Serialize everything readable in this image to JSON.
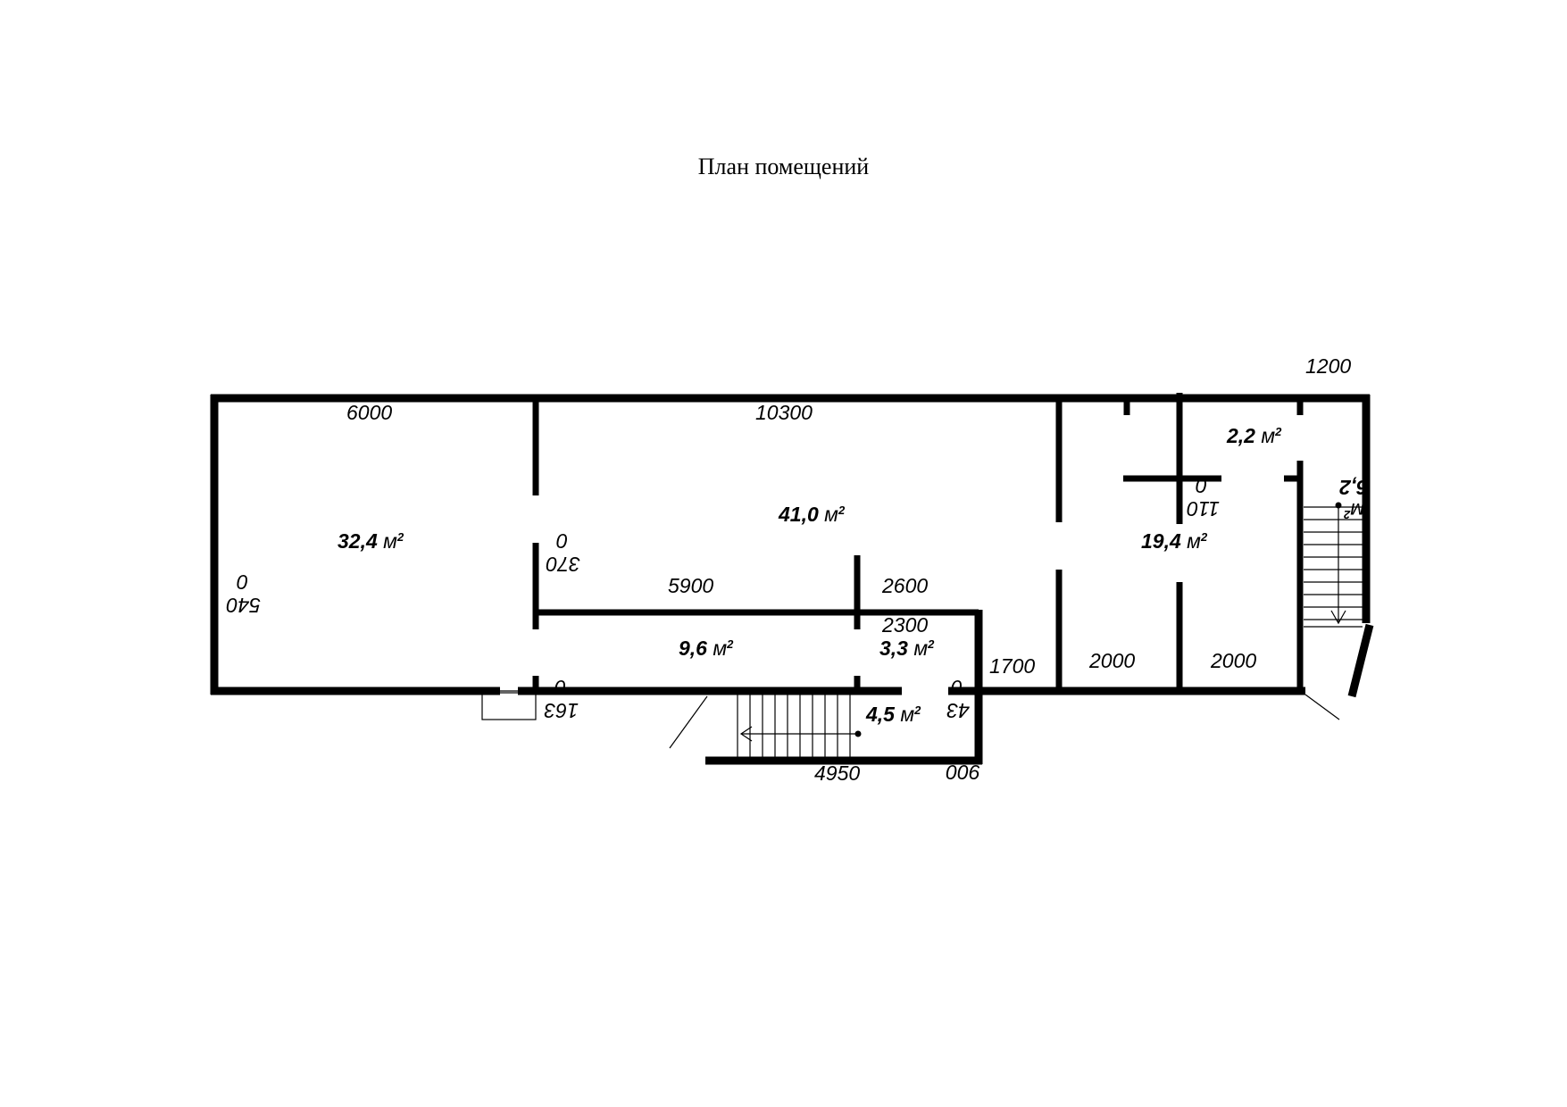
{
  "title": "План помещений",
  "rooms": [
    {
      "id": "r1",
      "value": "32,4",
      "unit": "м",
      "power": "2"
    },
    {
      "id": "r2",
      "value": "41,0",
      "unit": "м",
      "power": "2"
    },
    {
      "id": "r3",
      "value": "9,6",
      "unit": "м",
      "power": "2"
    },
    {
      "id": "r4",
      "value": "3,3",
      "unit": "м",
      "power": "2"
    },
    {
      "id": "r5",
      "value": "4,5",
      "unit": "м",
      "power": "2"
    },
    {
      "id": "r6",
      "value": "19,4",
      "unit": "м",
      "power": "2"
    },
    {
      "id": "r7",
      "value": "2,2",
      "unit": "м",
      "power": "2"
    },
    {
      "id": "r8",
      "value": "6,2",
      "unit": "м",
      "power": "2"
    }
  ],
  "dimensions": {
    "d6000": "6000",
    "d10300": "10300",
    "d1200": "1200",
    "d5900": "5900",
    "d2600": "2600",
    "d2300": "2300",
    "d1700": "1700",
    "d2000a": "2000",
    "d2000b": "2000",
    "d4950": "4950",
    "d900": "900",
    "d5400a": "540",
    "d5400b": "0",
    "d3700a": "370",
    "d3700b": "0",
    "d1630a": "163",
    "d1630b": "0",
    "d430a": "43",
    "d430b": "0",
    "d1100a": "110",
    "d1100b": "0"
  }
}
